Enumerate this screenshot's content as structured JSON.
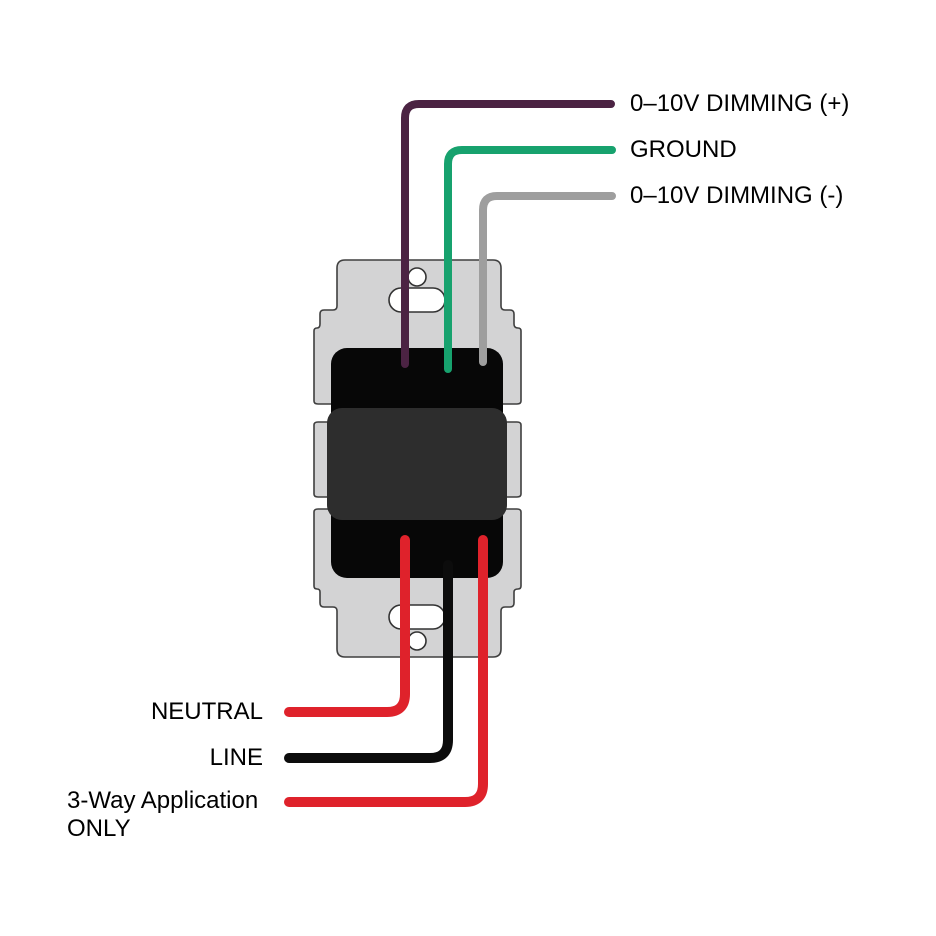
{
  "device": {
    "plate_fill": "#d3d3d4",
    "body_fill": "#070707",
    "paddle_fill": "#2d2d2d",
    "hole_fill": "#ffffff"
  },
  "wires": {
    "dimming_plus": {
      "label": "0–10V DIMMING (+)",
      "color": "#4b2343"
    },
    "ground": {
      "label": "GROUND",
      "color": "#17a26e"
    },
    "dimming_minus": {
      "label": "0–10V DIMMING (-)",
      "color": "#9e9e9e"
    },
    "neutral": {
      "label": "NEUTRAL",
      "color": "#df222b"
    },
    "line": {
      "label": "LINE",
      "color": "#0c0c0c"
    },
    "three_way": {
      "label_line1": "3-Way Application",
      "label_line2": "ONLY",
      "color": "#df222b"
    }
  }
}
